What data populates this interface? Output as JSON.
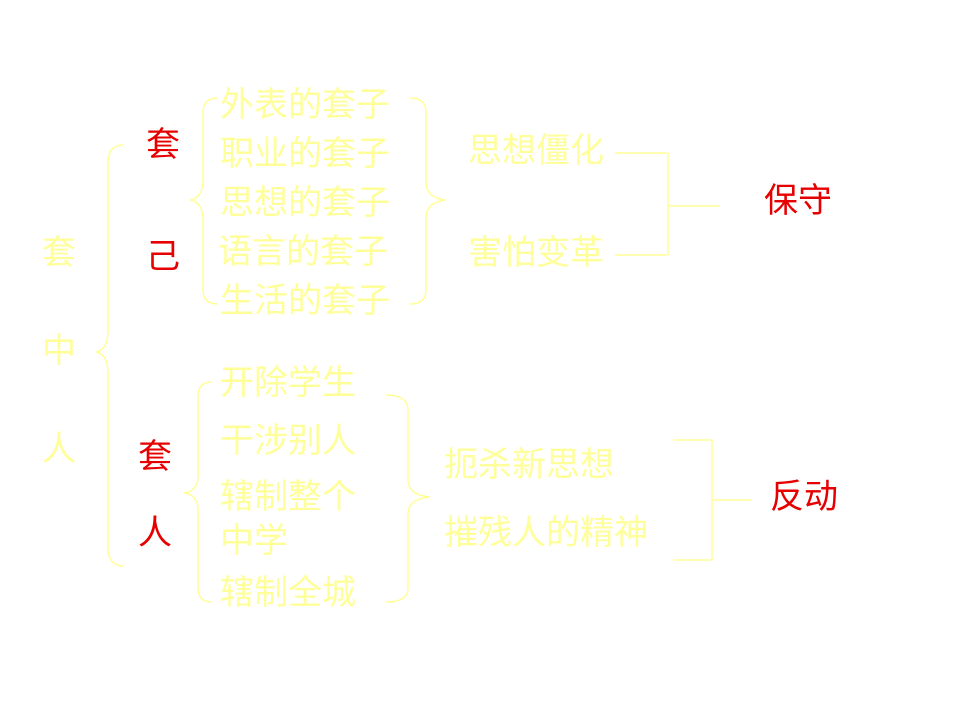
{
  "root": {
    "chars": [
      "套",
      "中",
      "人"
    ]
  },
  "group1": {
    "label_chars": [
      "套",
      "己"
    ],
    "items": [
      "外表的套子",
      "职业的套子",
      "思想的套子",
      "语言的套子",
      "生活的套子"
    ],
    "effects": [
      "思想僵化",
      "害怕变革"
    ],
    "result": "保守"
  },
  "group2": {
    "label_chars": [
      "套",
      "人"
    ],
    "items": [
      "开除学生",
      "干涉别人",
      "辖制整个",
      "中学",
      "辖制全城"
    ],
    "effects": [
      "扼杀新思想",
      "摧残人的精神"
    ],
    "result": "反动"
  },
  "colors": {
    "text_primary": "#ffff99",
    "accent": "#e60000",
    "background": "#ffffff"
  }
}
